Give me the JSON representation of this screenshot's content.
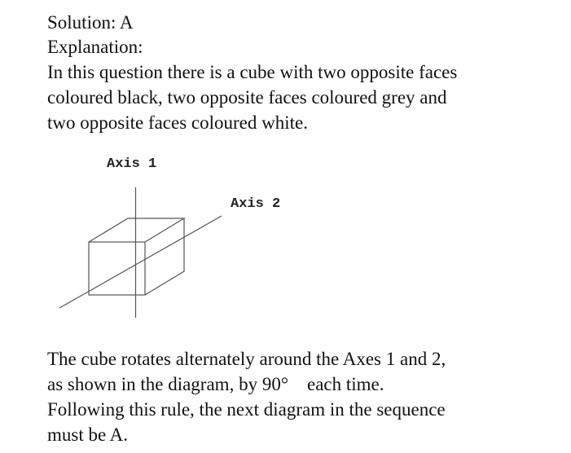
{
  "solution": "Solution: A",
  "explanation_heading": "Explanation:",
  "intro": [
    "In this question there is a cube with two opposite faces",
    "coloured black, two opposite faces coloured grey and",
    "two opposite faces coloured white."
  ],
  "diagram": {
    "axis1_label": "Axis 1",
    "axis2_label": "Axis 2"
  },
  "conclusion": [
    "The cube rotates alternately around the Axes 1 and 2,",
    "as shown in the diagram, by 90°    each time.",
    "Following this rule, the next diagram in the sequence",
    "must be A."
  ]
}
